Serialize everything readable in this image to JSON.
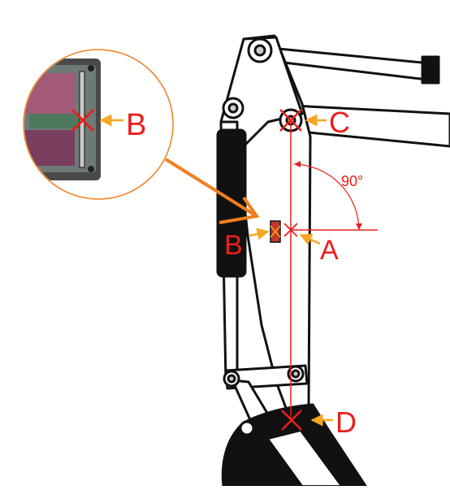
{
  "labels": {
    "b_inset": "B",
    "c": "C",
    "angle": "90°",
    "b": "B",
    "a": "A",
    "d": "D"
  },
  "colors": {
    "marker": "#e8201c",
    "arrow": "#f5a623",
    "callout": "#f07f1f",
    "arm": "#111111"
  }
}
